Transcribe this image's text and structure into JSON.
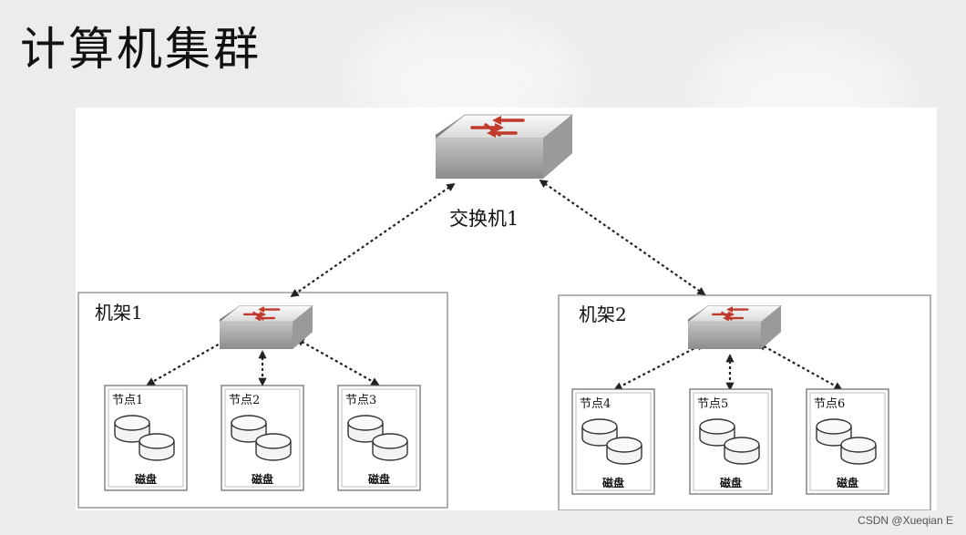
{
  "title": "计算机集群",
  "core_switch": {
    "label": "交换机1"
  },
  "racks": [
    {
      "label": "机架1",
      "nodes": [
        {
          "label": "节点1",
          "disk_label": "磁盘"
        },
        {
          "label": "节点2",
          "disk_label": "磁盘"
        },
        {
          "label": "节点3",
          "disk_label": "磁盘"
        }
      ]
    },
    {
      "label": "机架2",
      "nodes": [
        {
          "label": "节点4",
          "disk_label": "磁盘"
        },
        {
          "label": "节点5",
          "disk_label": "磁盘"
        },
        {
          "label": "节点6",
          "disk_label": "磁盘"
        }
      ]
    }
  ],
  "watermark": "CSDN @Xueqian E"
}
